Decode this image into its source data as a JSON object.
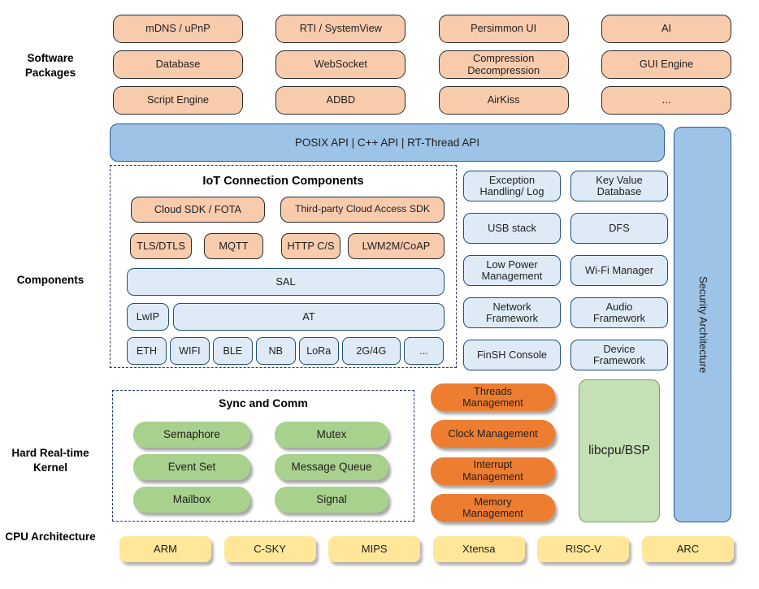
{
  "sections": {
    "software_packages_label": "Software Packages",
    "components_label": "Components",
    "kernel_label": "Hard Real-time Kernel",
    "cpu_label": "CPU Architecture"
  },
  "software_packages": {
    "rows": [
      [
        "mDNS / uPnP",
        "RTI / SystemView",
        "Persimmon UI",
        "AI"
      ],
      [
        "Database",
        "WebSocket",
        "Compression\nDecompression",
        "GUI Engine"
      ],
      [
        "Script Engine",
        "ADBD",
        "AirKiss",
        "..."
      ]
    ]
  },
  "api_bar": {
    "label": "POSIX API | C++ API | RT-Thread API"
  },
  "security_bar": {
    "label": "Security Architecture"
  },
  "iot": {
    "title": "IoT Connection Components",
    "cloud_sdk": "Cloud SDK / FOTA",
    "third_party": "Third-party Cloud Access SDK",
    "protocols": [
      "TLS/DTLS",
      "MQTT",
      "HTTP C/S",
      "LWM2M/CoAP"
    ],
    "sal": "SAL",
    "lwip": "LwIP",
    "at": "AT",
    "links": [
      "ETH",
      "WIFI",
      "BLE",
      "NB",
      "LoRa",
      "2G/4G",
      "..."
    ]
  },
  "services": [
    [
      "Exception\nHandling/ Log",
      "Key Value\nDatabase"
    ],
    [
      "USB stack",
      "DFS"
    ],
    [
      "Low Power\nManagement",
      "Wi-Fi Manager"
    ],
    [
      "Network\nFramework",
      "Audio\nFramework"
    ],
    [
      "FinSH Console",
      "Device\nFramework"
    ]
  ],
  "kernel": {
    "sync_title": "Sync and Comm",
    "sync_rows": [
      [
        "Semaphore",
        "Mutex"
      ],
      [
        "Event Set",
        "Message Queue"
      ],
      [
        "Mailbox",
        "Signal"
      ]
    ],
    "management": [
      "Threads\nManagement",
      "Clock Management",
      "Interrupt\nManagement",
      "Memory\nManagement"
    ],
    "libcpu": "libcpu/BSP"
  },
  "cpu": {
    "items": [
      "ARM",
      "C-SKY",
      "MIPS",
      "Xtensa",
      "RISC-V",
      "ARC"
    ]
  },
  "colors": {
    "peach": "#F8CBAD",
    "blue": "#9DC3E6",
    "light_blue": "#DEEBF7",
    "green": "#A9D18E",
    "light_green": "#C5E0B4",
    "orange": "#ED7D31",
    "yellow": "#FFE699",
    "dash_navy": "#1F3864",
    "border_navy": "#1F4E79"
  }
}
